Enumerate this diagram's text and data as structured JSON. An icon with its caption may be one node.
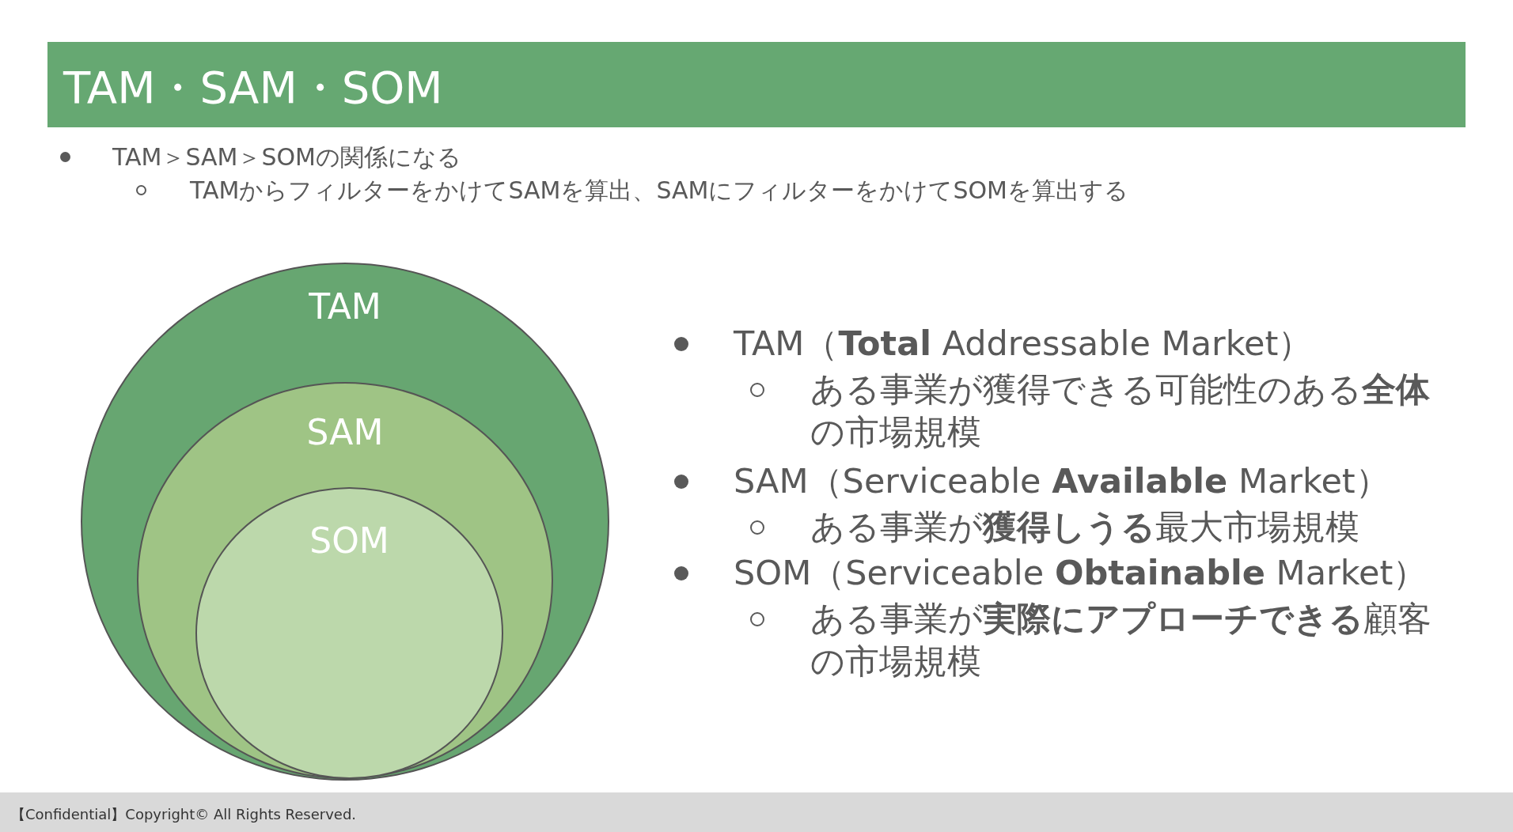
{
  "diagram": {
    "title": "TAM・SAM・SOM",
    "nodes": [
      {
        "text": [
          "TAM"
        ]
      },
      {
        "text": [
          "SAM"
        ],
        "in": 0
      },
      {
        "text": [
          "SOM"
        ],
        "in": 1
      }
    ],
    "labels": [
      "TAM＞SAM＞SOMの関係になる",
      "TAMからフィルターをかけてSAMを算出、SAMにフィルターをかけてSOMを算出する",
      "TAM（**Total** Addressable Market）",
      "ある事業が獲得できる可能性のある**全体**の市場規模",
      "SAM（Serviceable **Available** Market）",
      "ある事業が**獲得しうる**最大市場規模",
      "SOM（Serviceable **Obtainable** Market）",
      "ある事業が**実際にアプローチできる**顧客の市場規模",
      "【Confidential】Copyright© All Rights Reserved."
    ]
  }
}
